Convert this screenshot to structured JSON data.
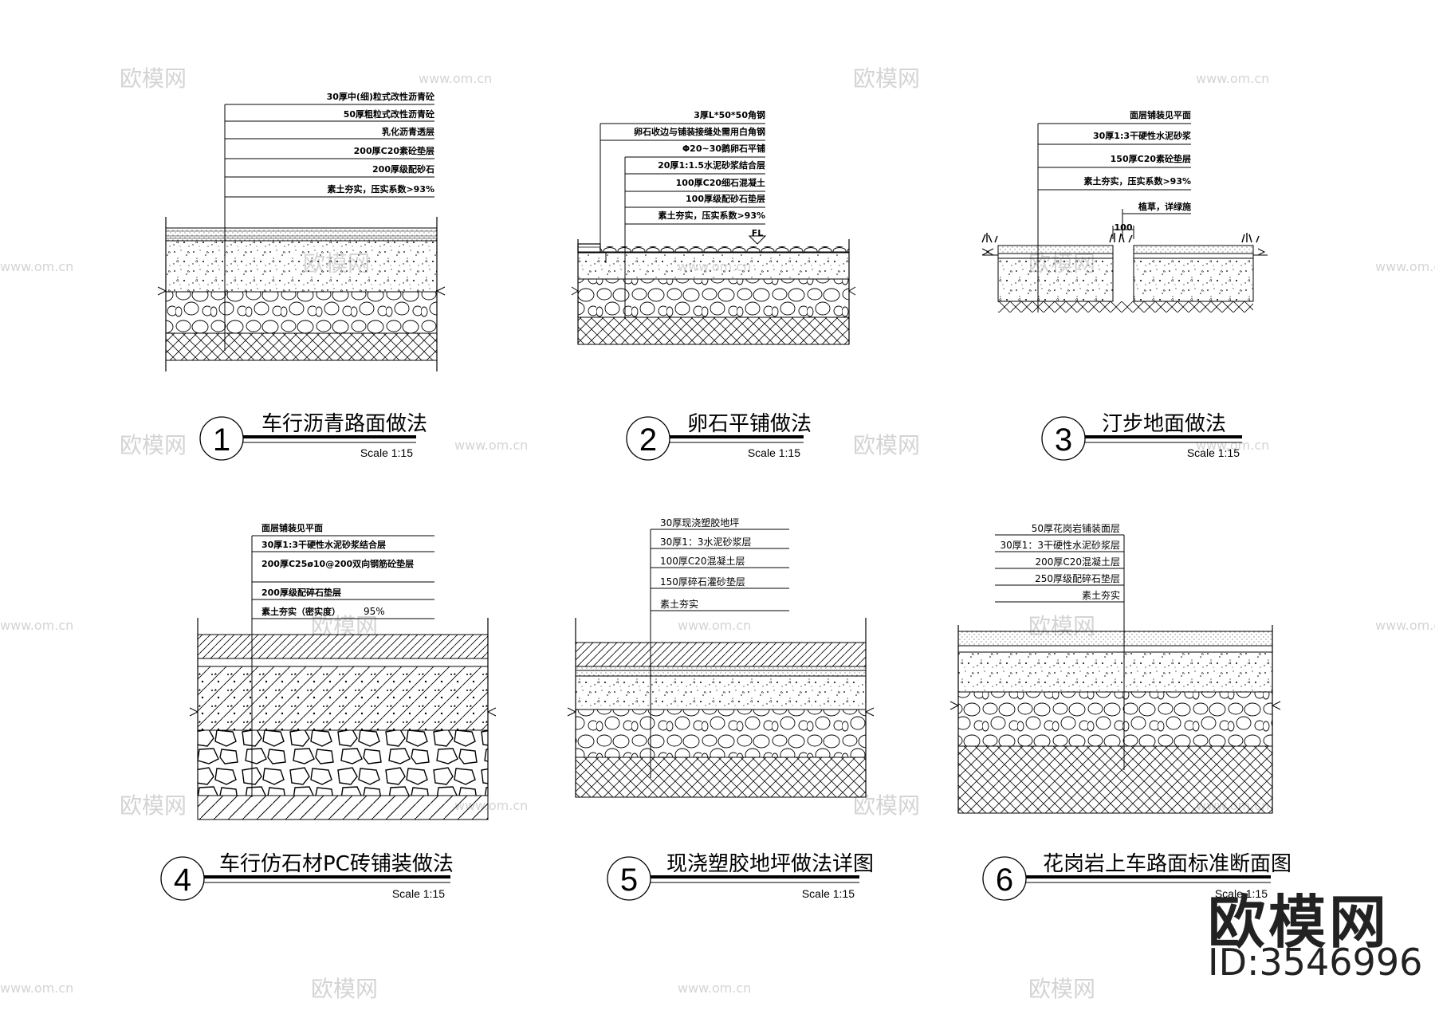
{
  "watermarks": [
    "欧模网",
    "www.om.cn"
  ],
  "brand": {
    "logo_text": "欧模网",
    "id_text": "ID:3546996"
  },
  "details": [
    {
      "number": "1",
      "title": "车行沥青路面做法",
      "scale": "Scale 1:15",
      "labels": [
        "30厚中(细)粒式改性沥青砼",
        "50厚粗粒式改性沥青砼",
        "乳化沥青透层",
        "200厚C20素砼垫层",
        "200厚级配砂石",
        "素土夯实，压实系数>93%"
      ]
    },
    {
      "number": "2",
      "title": "卵石平铺做法",
      "scale": "Scale 1:15",
      "labels": [
        "3厚L*50*50角钢",
        "卵石收边与铺装接缝处需用白角钢",
        "Φ20~30鹅卵石平铺",
        "20厚1:1.5水泥砂浆结合层",
        "100厚C20细石混凝土",
        "100厚级配砂石垫层",
        "素土夯实，压实系数>93%"
      ],
      "marker": "FL"
    },
    {
      "number": "3",
      "title": "汀步地面做法",
      "scale": "Scale 1:15",
      "labels": [
        "面层铺装见平面",
        "30厚1:3干硬性水泥砂浆",
        "150厚C20素砼垫层",
        "素土夯实，压实系数>93%",
        "植草，详绿施"
      ],
      "dimension": "100"
    },
    {
      "number": "4",
      "title": "车行仿石材PC砖铺装做法",
      "scale": "Scale 1:15",
      "labels": [
        "面层铺装见平面",
        "30厚1:3干硬性水泥砂浆结合层",
        "200厚C25ø10@200双向钢筋砼垫层",
        "200厚级配碎石垫层",
        "素土夯实（密实度）",
        "95%"
      ]
    },
    {
      "number": "5",
      "title": "现浇塑胶地坪做法详图",
      "scale": "Scale 1:15",
      "labels": [
        "30厚现浇塑胶地坪",
        "30厚1：3水泥砂浆层",
        "100厚C20混凝土层",
        "150厚碎石灌砂垫层",
        "素土夯实"
      ]
    },
    {
      "number": "6",
      "title": "花岗岩上车路面标准断面图",
      "scale": "Scale 1:15",
      "labels": [
        "50厚花岗岩铺装面层",
        "30厚1：3干硬性水泥砂浆层",
        "200厚C20混凝土层",
        "250厚级配碎石垫层",
        "素土夯实"
      ]
    }
  ]
}
